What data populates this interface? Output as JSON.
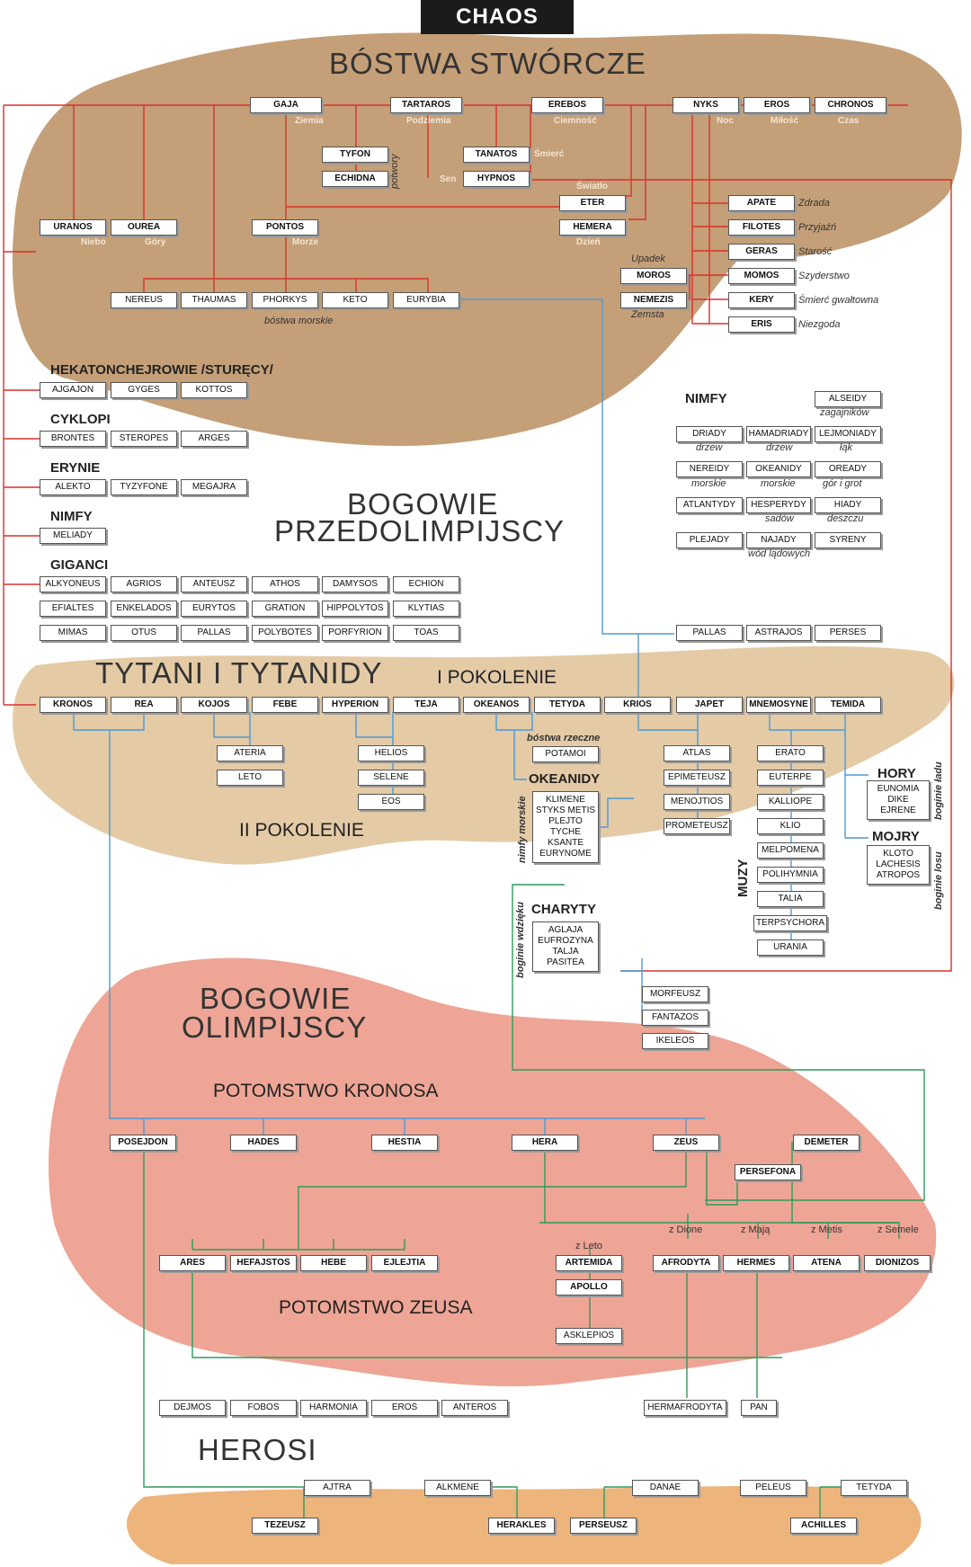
{
  "chaos": "CHAOS",
  "headings": {
    "creators": "BÓSTWA STWÓRCZE",
    "pre1": "BOGOWIE",
    "pre2": "PRZEDOLIMPIJSCY",
    "titans": "TYTANI I TYTANIDY",
    "gen1": "I POKOLENIE",
    "gen2": "II POKOLENIE",
    "oly1": "BOGOWIE",
    "oly2": "OLIMPIJSCY",
    "kronos_kids": "POTOMSTWO KRONOSA",
    "zeus_kids": "POTOMSTWO ZEUSA",
    "heroes": "HEROSI"
  },
  "groups": {
    "hekaton": "HEKATONCHEJROWIE /STURĘCY/",
    "cyklopi": "CYKLOPI",
    "erynie": "ERYNIE",
    "nimfy_left": "NIMFY",
    "giganci": "GIGANCI",
    "nimfy_right": "NIMFY",
    "okeanidy": "OKEANIDY",
    "charyty": "CHARYTY",
    "hory": "HORY",
    "mojry": "MOJRY",
    "muzy": "MUZY"
  },
  "primordials": {
    "gaja": "GAJA",
    "tartaros": "TARTAROS",
    "erebos": "EREBOS",
    "nyks": "NYKS",
    "eros": "EROS",
    "chronos": "CHRONOS",
    "ziemia": "Ziemia",
    "podziemia": "Podziemia",
    "ciemnosc": "Ciemność",
    "noc": "Noc",
    "milosc": "Miłość",
    "czas": "Czas"
  },
  "second_row": {
    "tyfon": "TYFON",
    "echidna": "ECHIDNA",
    "potwory": "potwory",
    "tanatos": "TANATOS",
    "smierc": "Śmierć",
    "hypnos": "HYPNOS",
    "sen": "Sen",
    "swiatlo": "Światło",
    "eter": "ETER",
    "hemera": "HEMERA",
    "dzien": "Dzień",
    "uranos": "URANOS",
    "niebo": "Niebo",
    "ourea": "OUREA",
    "gory": "Góry",
    "pontos": "PONTOS",
    "morze": "Morze"
  },
  "sea_gods": [
    "NEREUS",
    "THAUMAS",
    "PHORKYS",
    "KETO",
    "EURYBIA"
  ],
  "sea_gods_label": "bóstwa morskie",
  "nyks_children": [
    {
      "name": "APATE",
      "meaning": "Zdrada"
    },
    {
      "name": "FILOTES",
      "meaning": "Przyjaźń"
    },
    {
      "name": "GERAS",
      "meaning": "Starość"
    },
    {
      "name": "MOMOS",
      "meaning": "Szyderstwo"
    },
    {
      "name": "KERY",
      "meaning": "Śmierć gwałtowna"
    },
    {
      "name": "ERIS",
      "meaning": "Niezgoda"
    }
  ],
  "moros": {
    "name": "MOROS",
    "meaning": "Upadek"
  },
  "nemezis": {
    "name": "NEMEZIS",
    "meaning": "Zemsta"
  },
  "hekaton_members": [
    "AJGAJON",
    "GYGES",
    "KOTTOS"
  ],
  "cyklopi_members": [
    "BRONTES",
    "STEROPES",
    "ARGES"
  ],
  "erynie_members": [
    "ALEKTO",
    "TYZYFONE",
    "MEGAJRA"
  ],
  "nimfy_left_members": [
    "MELIADY"
  ],
  "giganci_members": [
    "ALKYONEUS",
    "AGRIOS",
    "ANTEUSZ",
    "ATHOS",
    "DAMYSOS",
    "ECHION",
    "EFIALTES",
    "ENKELADOS",
    "EURYTOS",
    "GRATION",
    "HIPPOLYTOS",
    "KLYTIAS",
    "MIMAS",
    "OTUS",
    "PALLAS",
    "POLYBOTES",
    "PORFYRION",
    "TOAS"
  ],
  "nymphs": [
    {
      "name": "ALSEIDY",
      "note": "zagajników"
    },
    {
      "name": "DRIADY",
      "note": "drzew"
    },
    {
      "name": "HAMADRIADY",
      "note": "drzew"
    },
    {
      "name": "LEJMONIADY",
      "note": "łąk"
    },
    {
      "name": "NEREIDY",
      "note": "morskie"
    },
    {
      "name": "OKEANIDY",
      "note": "morskie"
    },
    {
      "name": "OREADY",
      "note": "gór i grot"
    },
    {
      "name": "ATLANTYDY",
      "note": ""
    },
    {
      "name": "HESPERYDY",
      "note": "sadów"
    },
    {
      "name": "HIADY",
      "note": "deszczu"
    },
    {
      "name": "PLEJADY",
      "note": ""
    },
    {
      "name": "NAJADY",
      "note": "wód lądowych"
    },
    {
      "name": "SYRENY",
      "note": ""
    }
  ],
  "krios_children": [
    "PALLAS",
    "ASTRAJOS",
    "PERSES"
  ],
  "titans": [
    "KRONOS",
    "REA",
    "KOJOS",
    "FEBE",
    "HYPERION",
    "TEJA",
    "OKEANOS",
    "TETYDA",
    "KRIOS",
    "JAPET",
    "MNEMOSYNE",
    "TEMIDA"
  ],
  "kojos_children": [
    "ATERIA",
    "LETO"
  ],
  "hyperion_children": [
    "HELIOS",
    "SELENE",
    "EOS"
  ],
  "river_gods_label": "bóstwa rzeczne",
  "potamoi": "POTAMOI",
  "okeanidy_list": "KLIMENE STYKS METIS PLEJTO TYCHE KSANTE EURYNOME",
  "nimfy_morskie": "nimfy morskie",
  "charyty_list": "AGLAJA EUFROZYNA TALJA PASITEA",
  "boginie_wdzieku": "boginie wdzięku",
  "japet_children": [
    "ATLAS",
    "EPIMETEUSZ",
    "MENOJTIOS",
    "PROMETEUSZ"
  ],
  "muses": [
    "ERATO",
    "EUTERPE",
    "KALLIOPE",
    "KLIO",
    "MELPOMENA",
    "POLIHYMNIA",
    "TALIA",
    "TERPSYCHORA",
    "URANIA"
  ],
  "hory_list": "EUNOMIA DIKE EJRENE",
  "boginie_ladu": "boginie ładu",
  "mojry_list": "KLOTO LACHESIS ATROPOS",
  "boginie_losu": "boginie losu",
  "dreams": [
    "MORFEUSZ",
    "FANTAZOS",
    "IKELEOS"
  ],
  "olympians": [
    "POSEJDON",
    "HADES",
    "HESTIA",
    "HERA",
    "ZEUS",
    "DEMETER"
  ],
  "persefona": "PERSEFONA",
  "hera_zeus_children": [
    "ARES",
    "HEFAJSTOS",
    "HEBE",
    "EJLEJTIA"
  ],
  "zeus_other": [
    {
      "name": "ARTEMIDA",
      "mother": "z Leto"
    },
    {
      "name": "APOLLO",
      "mother": ""
    },
    {
      "name": "AFRODYTA",
      "mother": "z Dione"
    },
    {
      "name": "HERMES",
      "mother": "z Mają"
    },
    {
      "name": "ATENA",
      "mother": "z Metis"
    },
    {
      "name": "DIONIZOS",
      "mother": "z Semele"
    }
  ],
  "asklepios": "ASKLEPIOS",
  "ares_children": [
    "DEJMOS",
    "FOBOS",
    "HARMONIA",
    "EROS",
    "ANTEROS"
  ],
  "hermafrodyta": "HERMAFRODYTA",
  "pan": "PAN",
  "mortals": [
    "AJTRA",
    "ALKMENE",
    "DANAE",
    "PELEUS",
    "TETYDA"
  ],
  "heroes": [
    "TEZEUSZ",
    "HERAKLES",
    "PERSEUSZ",
    "ACHILLES"
  ],
  "colors": {
    "tan": "#c49f78",
    "light_tan": "#e4cba6",
    "salmon": "#eea595",
    "orange": "#edb47c",
    "red_line": "#d9312b",
    "blue_line": "#4b9ad7",
    "green_line": "#2f9a5c"
  }
}
